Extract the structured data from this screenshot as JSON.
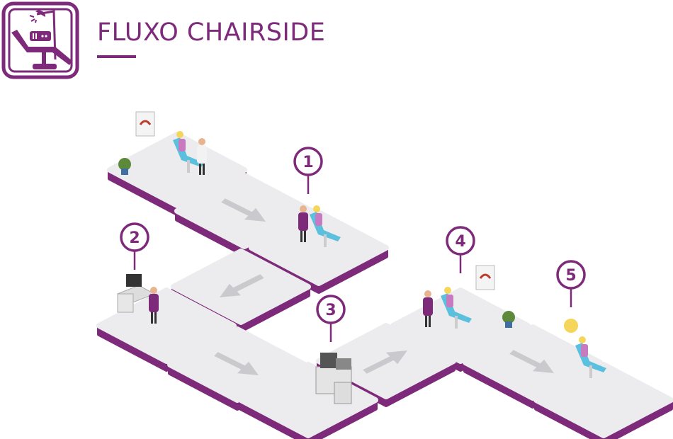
{
  "header": {
    "title": "FLUXO CHAIRSIDE",
    "logo_icon": "dental-chair-icon"
  },
  "colors": {
    "brand": "#7e2a7b",
    "tile_top": "#ececef",
    "tile_side": "#7e2a7b",
    "arrow": "#c9c9ce",
    "chair": "#5bc0de"
  },
  "steps": [
    {
      "number": "1"
    },
    {
      "number": "2"
    },
    {
      "number": "3"
    },
    {
      "number": "4"
    },
    {
      "number": "5"
    }
  ]
}
